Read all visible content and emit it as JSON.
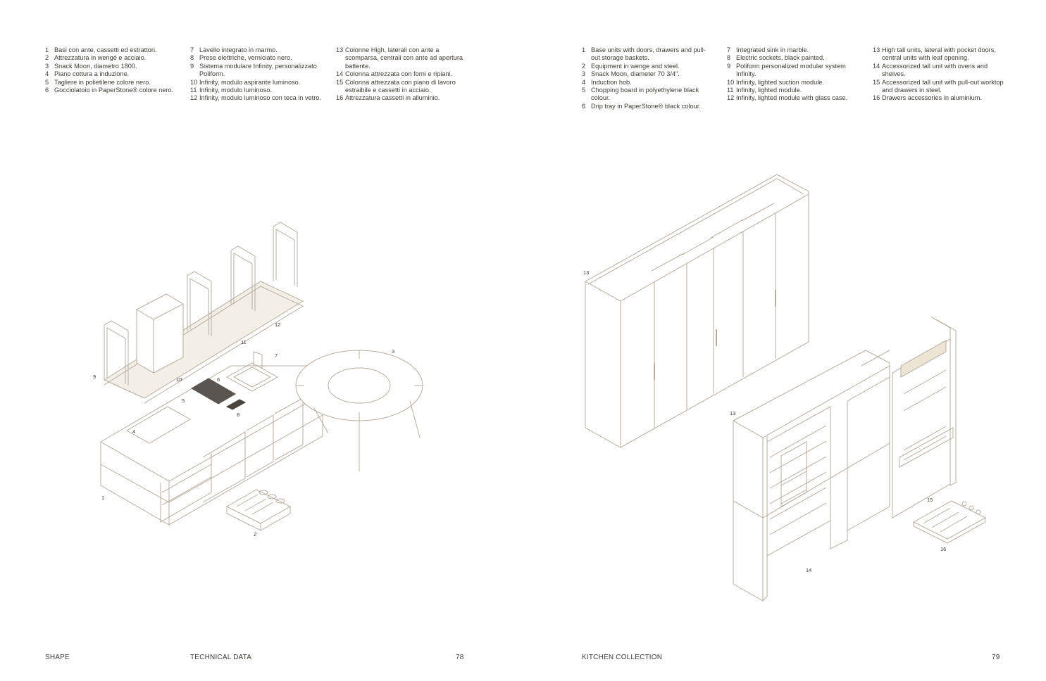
{
  "left_page": {
    "columns": [
      [
        {
          "n": "1",
          "t": "Basi con ante, cassetti ed estrattori."
        },
        {
          "n": "2",
          "t": "Attrezzatura in wengé e acciaio."
        },
        {
          "n": "3",
          "t": "Snack Moon, diametro 1800."
        },
        {
          "n": "4",
          "t": "Piano cottura a induzione."
        },
        {
          "n": "5",
          "t": "Tagliere in polietilene colore nero."
        },
        {
          "n": "6",
          "t": "Gocciolatoio in PaperStone® colore nero."
        }
      ],
      [
        {
          "n": "7",
          "t": "Lavello integrato in marmo."
        },
        {
          "n": "8",
          "t": "Prese elettriche, verniciato nero."
        },
        {
          "n": "9",
          "t": "Sistema modulare Infinity, personalizzato Poliform."
        },
        {
          "n": "10",
          "t": "Infinity, modulo aspirante luminoso."
        },
        {
          "n": "11",
          "t": "Infinity, modulo luminoso."
        },
        {
          "n": "12",
          "t": "Infinity, modulo luminoso con teca in vetro."
        }
      ],
      [
        {
          "n": "13",
          "t": "Colonne High, laterali con ante a scomparsa, centrali con ante ad apertura battente."
        },
        {
          "n": "14",
          "t": "Colonna attrezzata con forni e ripiani."
        },
        {
          "n": "15",
          "t": "Colonna attrezzata con piano di lavoro estraibile e cassetti in acciaio."
        },
        {
          "n": "16",
          "t": "Attrezzatura cassetti in alluminio."
        }
      ]
    ],
    "drawing_labels": [
      "1",
      "2",
      "3",
      "4",
      "5",
      "6",
      "7",
      "8",
      "9",
      "10",
      "11",
      "12"
    ],
    "footer": {
      "brand": "SHAPE",
      "section": "TECHNICAL DATA",
      "page": "78"
    }
  },
  "right_page": {
    "columns": [
      [
        {
          "n": "1",
          "t": "Base units with doors, drawers and pull-out storage baskets."
        },
        {
          "n": "2",
          "t": "Equipment in wenge and steel."
        },
        {
          "n": "3",
          "t": "Snack Moon, diameter 70 3/4\"."
        },
        {
          "n": "4",
          "t": "Induction hob."
        },
        {
          "n": "5",
          "t": "Chopping board in polyethylene black colour."
        },
        {
          "n": "6",
          "t": "Drip tray in PaperStone® black colour."
        }
      ],
      [
        {
          "n": "7",
          "t": "Integrated sink in marble."
        },
        {
          "n": "8",
          "t": "Electric sockets, black painted."
        },
        {
          "n": "9",
          "t": "Poliform personalized modular system Infinity."
        },
        {
          "n": "10",
          "t": "Infinity, lighted suction module."
        },
        {
          "n": "11",
          "t": "Infinity, lighted module."
        },
        {
          "n": "12",
          "t": "Infinity, lighted module with glass case."
        }
      ],
      [
        {
          "n": "13",
          "t": "High tall units, lateral with pocket doors, central units with leaf opening."
        },
        {
          "n": "14",
          "t": "Accessorized tall unit with ovens and shelves."
        },
        {
          "n": "15",
          "t": "Accessorized tall unit with pull-out worktop and drawers in steel."
        },
        {
          "n": "16",
          "t": "Drawers accessories in aluminium."
        }
      ]
    ],
    "drawing_labels": [
      "13",
      "13",
      "14",
      "15",
      "16"
    ],
    "footer": {
      "section": "KITCHEN COLLECTION",
      "page": "79"
    }
  },
  "colors": {
    "text": "#3f3a34",
    "line": "#b7aca0",
    "accent_fill": "#ece4d4",
    "dark": "#6b645b"
  }
}
